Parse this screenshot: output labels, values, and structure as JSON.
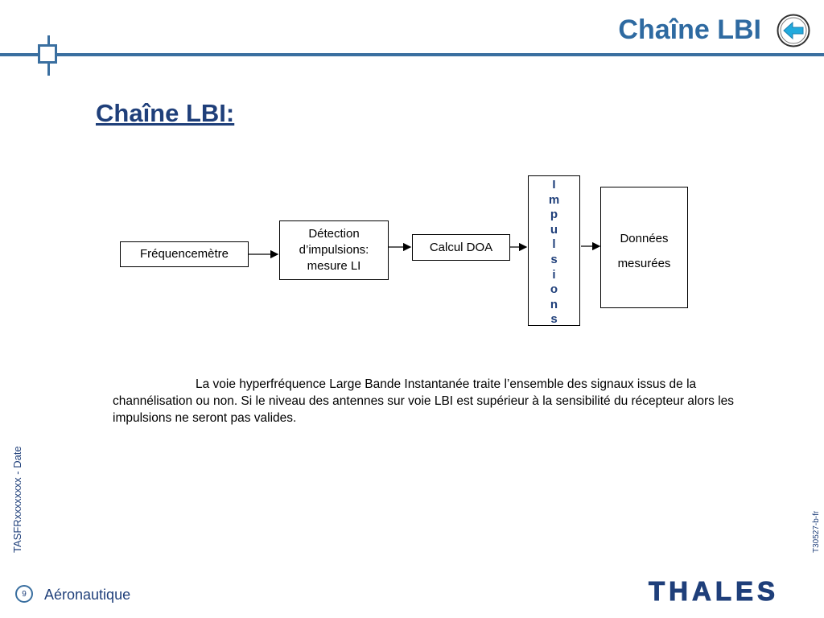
{
  "header": {
    "title": "Chaîne LBI",
    "accent_color": "#3a6fa0",
    "back_icon": "arrow-left-icon"
  },
  "slide": {
    "title": "Chaîne LBI:",
    "diagram": {
      "freq_label": "Fréquencemètre",
      "detection_label": "Détection d’impulsions: mesure LI",
      "calcul_label": "Calcul DOA",
      "impulsions_letters": [
        "I",
        "m",
        "p",
        "u",
        "l",
        "s",
        "i",
        "o",
        "n",
        "s"
      ],
      "donnees_line1": "Données",
      "donnees_line2": "mesurées"
    },
    "paragraph": "La voie hyperfréquence Large Bande Instantanée traite l’ensemble des signaux issus de la channélisation ou non. Si le niveau des antennes sur voie LBI est supérieur à la sensibilité du récepteur alors les impulsions ne seront pas valides."
  },
  "sidebar": {
    "left_text": "TASFRxxxxxxxx - Date",
    "right_text": "T30527-b-fr"
  },
  "footer": {
    "page_number": "9",
    "label": "Aéronautique",
    "logo_text": "THALES"
  }
}
